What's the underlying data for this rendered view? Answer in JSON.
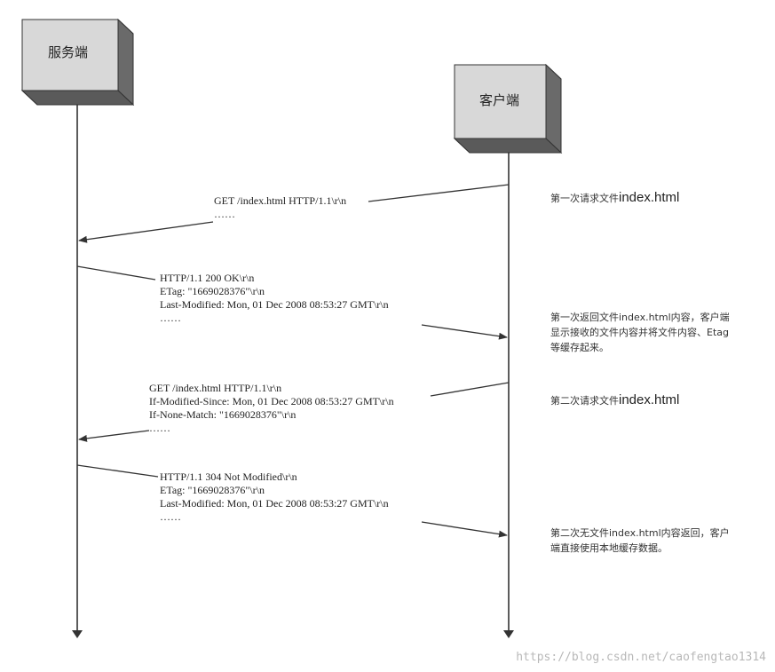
{
  "participants": {
    "server": "服务端",
    "client": "客户端"
  },
  "messages": [
    {
      "lines": [
        "GET /index.html HTTP/1.1\\r\\n",
        "……"
      ]
    },
    {
      "lines": [
        "HTTP/1.1 200 OK\\r\\n",
        "ETag: \"1669028376\"\\r\\n",
        "Last-Modified: Mon, 01 Dec 2008 08:53:27 GMT\\r\\n",
        "……"
      ]
    },
    {
      "lines": [
        "GET /index.html HTTP/1.1\\r\\n",
        "If-Modified-Since: Mon, 01 Dec 2008 08:53:27 GMT\\r\\n",
        "If-None-Match: \"1669028376\"\\r\\n",
        "……"
      ]
    },
    {
      "lines": [
        "HTTP/1.1 304 Not Modified\\r\\n",
        "ETag: \"1669028376\"\\r\\n",
        "Last-Modified: Mon, 01 Dec 2008 08:53:27 GMT\\r\\n",
        "……"
      ]
    }
  ],
  "notes": {
    "n1_prefix": "第一次请求文件",
    "n1_file": "index.html",
    "n2_line1": "第一次返回文件index.html内容，客户端",
    "n2_line2": "显示接收的文件内容并将文件内容、Etag",
    "n2_line3": "等缓存起来。",
    "n3_prefix": "第二次请求文件",
    "n3_file": "index.html",
    "n4_line1": "第二次无文件index.html内容返回，客户",
    "n4_line2": "端直接使用本地缓存数据。"
  },
  "watermark": "https://blog.csdn.net/caofengtao1314"
}
